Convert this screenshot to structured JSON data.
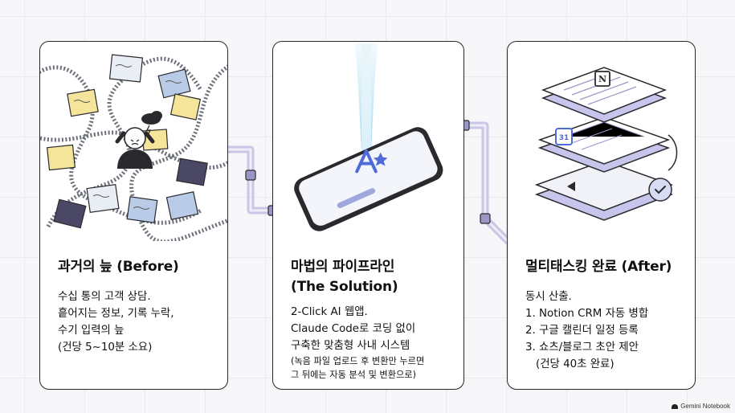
{
  "cards": [
    {
      "title": "과거의 늪 (Before)",
      "lines": [
        "수십 통의 고객 상담.",
        "흩어지는 정보, 기록 누락,",
        "수기 입력의 늪",
        "(건당 5~10분 소요)"
      ]
    },
    {
      "title_line1": "마법의 파이프라인",
      "title_line2": "(The Solution)",
      "lines": [
        "2-Click AI 웹앱.",
        "Claude Code로 코딩 없이",
        "구축한 맞춤형 사내 시스템"
      ],
      "notes": [
        "(녹음 파일 업로드 후 변환만 누르면",
        "그 뒤에는 자동 분석 및 변환으로)"
      ]
    },
    {
      "title": "멀티태스킹 완료 (After)",
      "lines": [
        "동시 산출.",
        "1. Notion CRM 자동 병합",
        "2. 구글 캘린더 일정 등록",
        "3. 쇼츠/블로그 초안 제안",
        "(건당 40초 완료)"
      ]
    }
  ],
  "illustration": {
    "notion_icon_label": "N",
    "calendar_icon_label": "31"
  },
  "badge": {
    "label": "Gemini Notebook"
  },
  "colors": {
    "pipe": "#c9c6e6",
    "pipe_dark": "#8f8ab8",
    "accent_blue": "#4f6bd8",
    "note_yellow": "#f4e59a",
    "note_blue": "#b9cbe6",
    "note_dark": "#4a4865"
  }
}
